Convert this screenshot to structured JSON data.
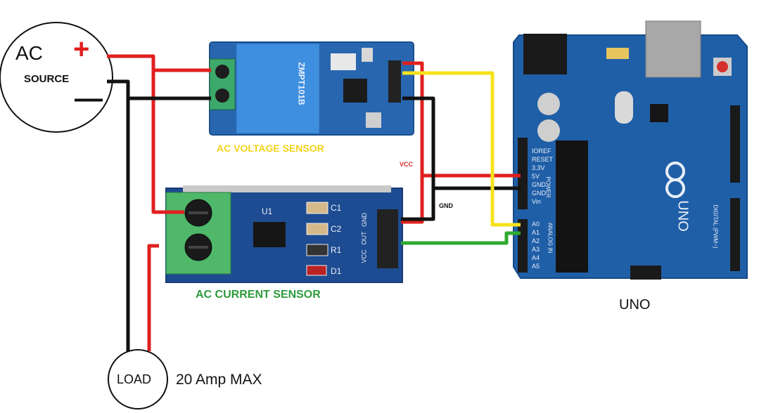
{
  "ac_source": {
    "title": "AC",
    "subtitle": "SOURCE",
    "plus": "+",
    "minus": "—"
  },
  "voltage_sensor": {
    "caption": "AC VOLTAGE SENSOR",
    "transformer_text": "ZMPT101B",
    "caption_color": "#f2d21a"
  },
  "current_sensor": {
    "caption": "AC CURRENT SENSOR",
    "caption_color": "#2e9b3d",
    "chip_label": "U1",
    "components": [
      "C1",
      "C2",
      "R1",
      "D1"
    ],
    "pins": [
      "VCC",
      "OUT",
      "GND"
    ]
  },
  "wire_labels": {
    "vcc": "VCC",
    "gnd": "GND"
  },
  "arduino": {
    "caption": "UNO",
    "board_text": "UNO",
    "power_pins": [
      "IOREF",
      "RESET",
      "3.3V",
      "5V",
      "GND",
      "GND",
      "Vin"
    ],
    "analog_pins": [
      "A0",
      "A1",
      "A2",
      "A3",
      "A4",
      "A5"
    ],
    "header_labels": [
      "POWER",
      "ANALOG IN",
      "DIGITAL (PWM~)"
    ]
  },
  "load": {
    "label": "LOAD",
    "rating": "20 Amp MAX"
  },
  "colors": {
    "wire_red": "#e02020",
    "wire_black": "#111111",
    "wire_yellow": "#f5e21c",
    "wire_green": "#2faa2f",
    "board_blue": "#1f5fa8",
    "terminal_green": "#4fb86a"
  }
}
